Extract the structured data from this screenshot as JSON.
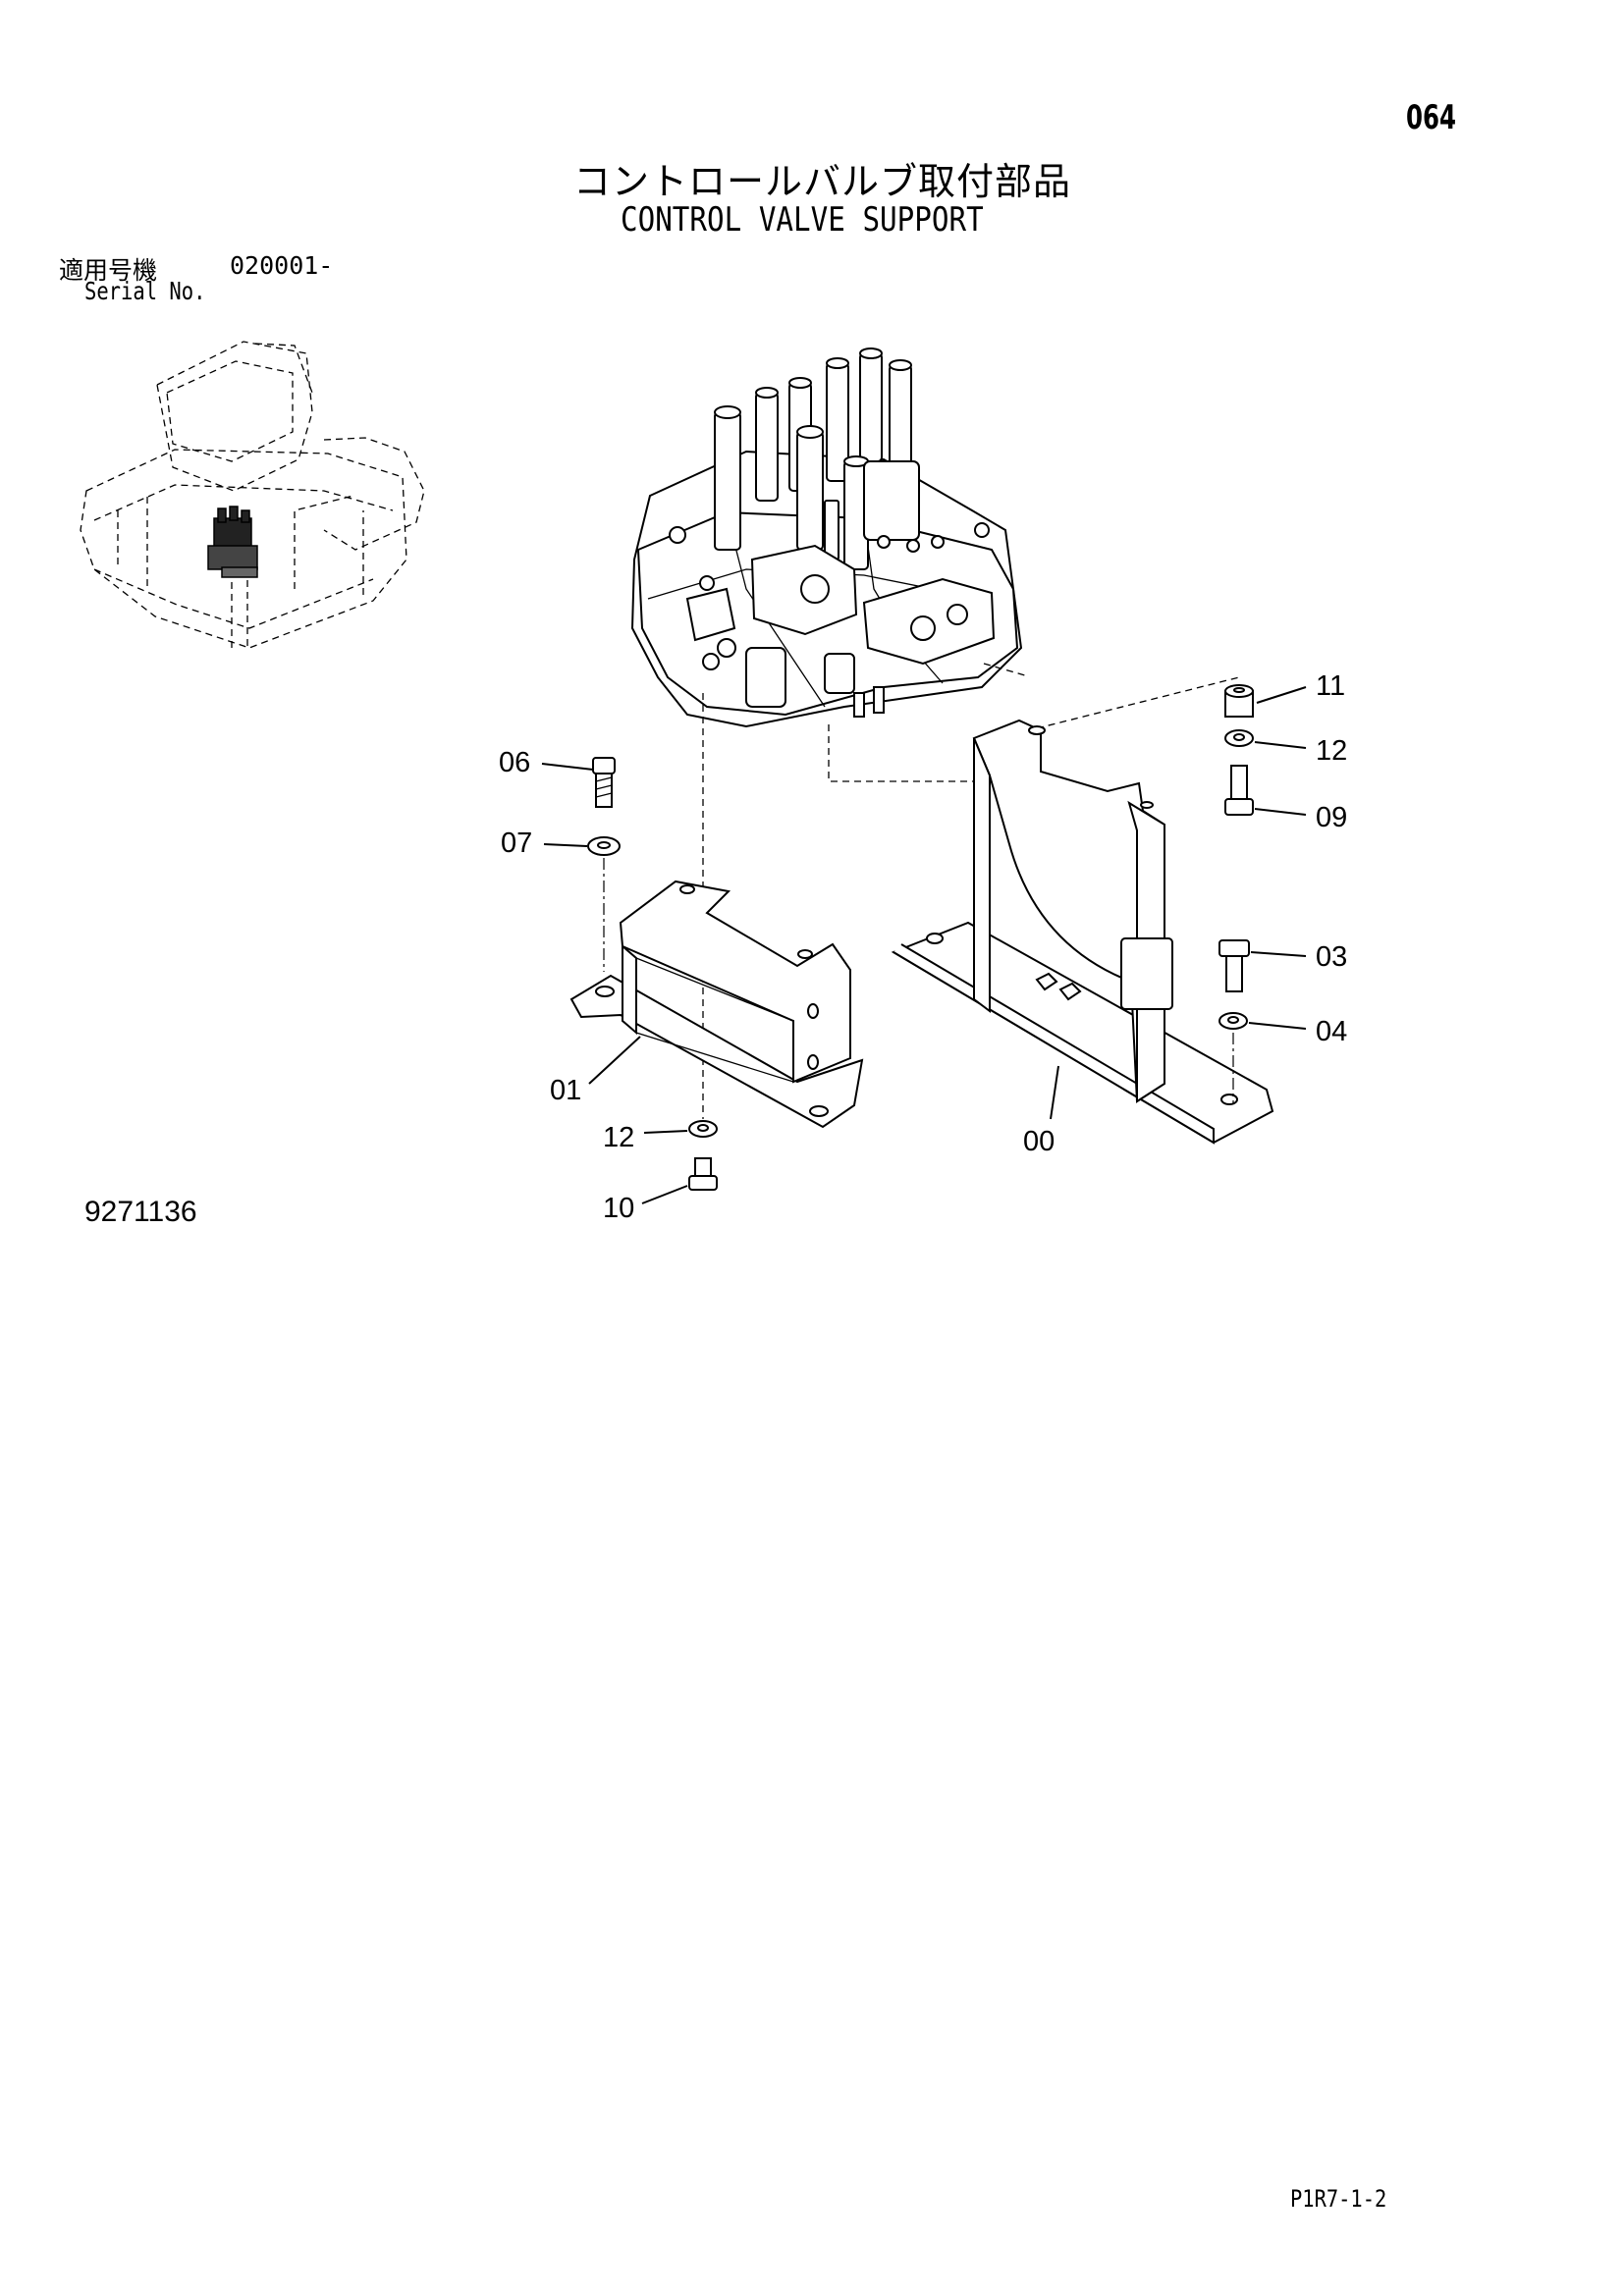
{
  "page_number": "064",
  "title_jp": "コントロールバルブ取付部品",
  "title_en": "CONTROL VALVE SUPPORT",
  "serial": {
    "label_jp": "適用号機",
    "range": "020001-",
    "label_en": "Serial No."
  },
  "figure_number": "9271136",
  "page_code": "P1R7-1-2",
  "callouts": [
    "06",
    "07",
    "01",
    "12",
    "10",
    "11",
    "12",
    "09",
    "03",
    "04",
    "00"
  ]
}
